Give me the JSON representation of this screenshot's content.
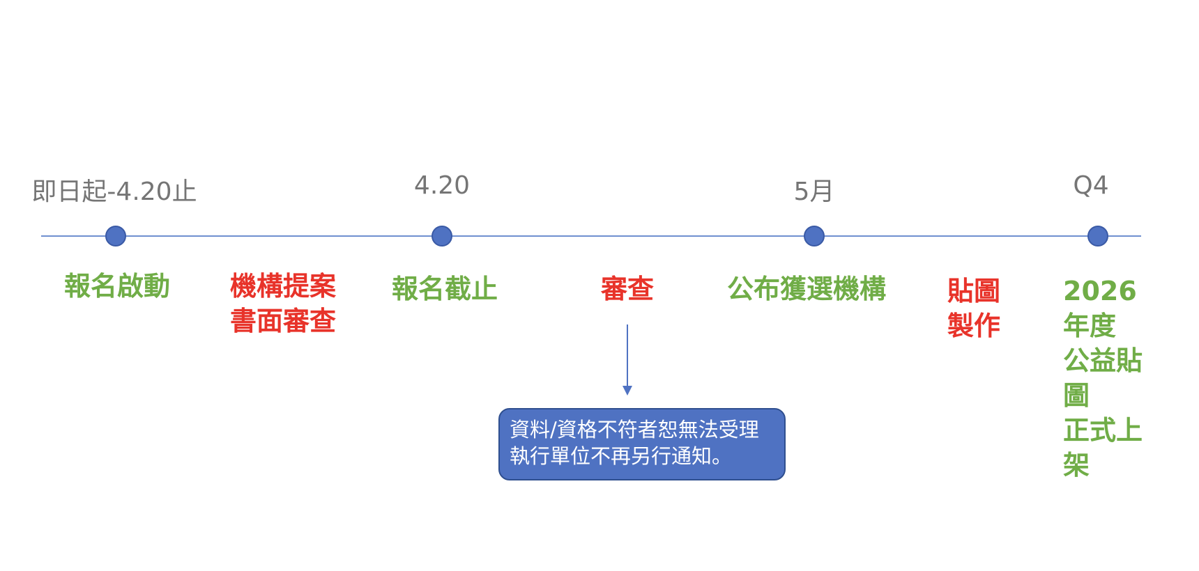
{
  "timeline": {
    "dates": [
      {
        "id": "start",
        "label": "即日起-4.20止"
      },
      {
        "id": "deadline",
        "label": "4.20"
      },
      {
        "id": "may",
        "label": "5月"
      },
      {
        "id": "q4",
        "label": "Q4"
      }
    ],
    "stages": [
      {
        "id": "launch",
        "label": "報名啟動",
        "status": "green"
      },
      {
        "id": "proposal",
        "label": "機構提案\n書面審查",
        "status": "red"
      },
      {
        "id": "closing",
        "label": "報名截止",
        "status": "green"
      },
      {
        "id": "review",
        "label": "審查",
        "status": "red"
      },
      {
        "id": "announce",
        "label": "公布獲選機構",
        "status": "green"
      },
      {
        "id": "sticker",
        "label": "貼圖\n製作",
        "status": "red"
      },
      {
        "id": "release",
        "label": "2026年度\n公益貼圖\n正式上架",
        "status": "green"
      }
    ]
  },
  "note": {
    "line1": "資料/資格不符者恕無法受理",
    "line2": "執行單位不再另行通知。"
  },
  "colors": {
    "green": "#70ad47",
    "red": "#e8332a",
    "node": "#4f72c2",
    "line": "#6f8fd0",
    "date": "#757575"
  }
}
